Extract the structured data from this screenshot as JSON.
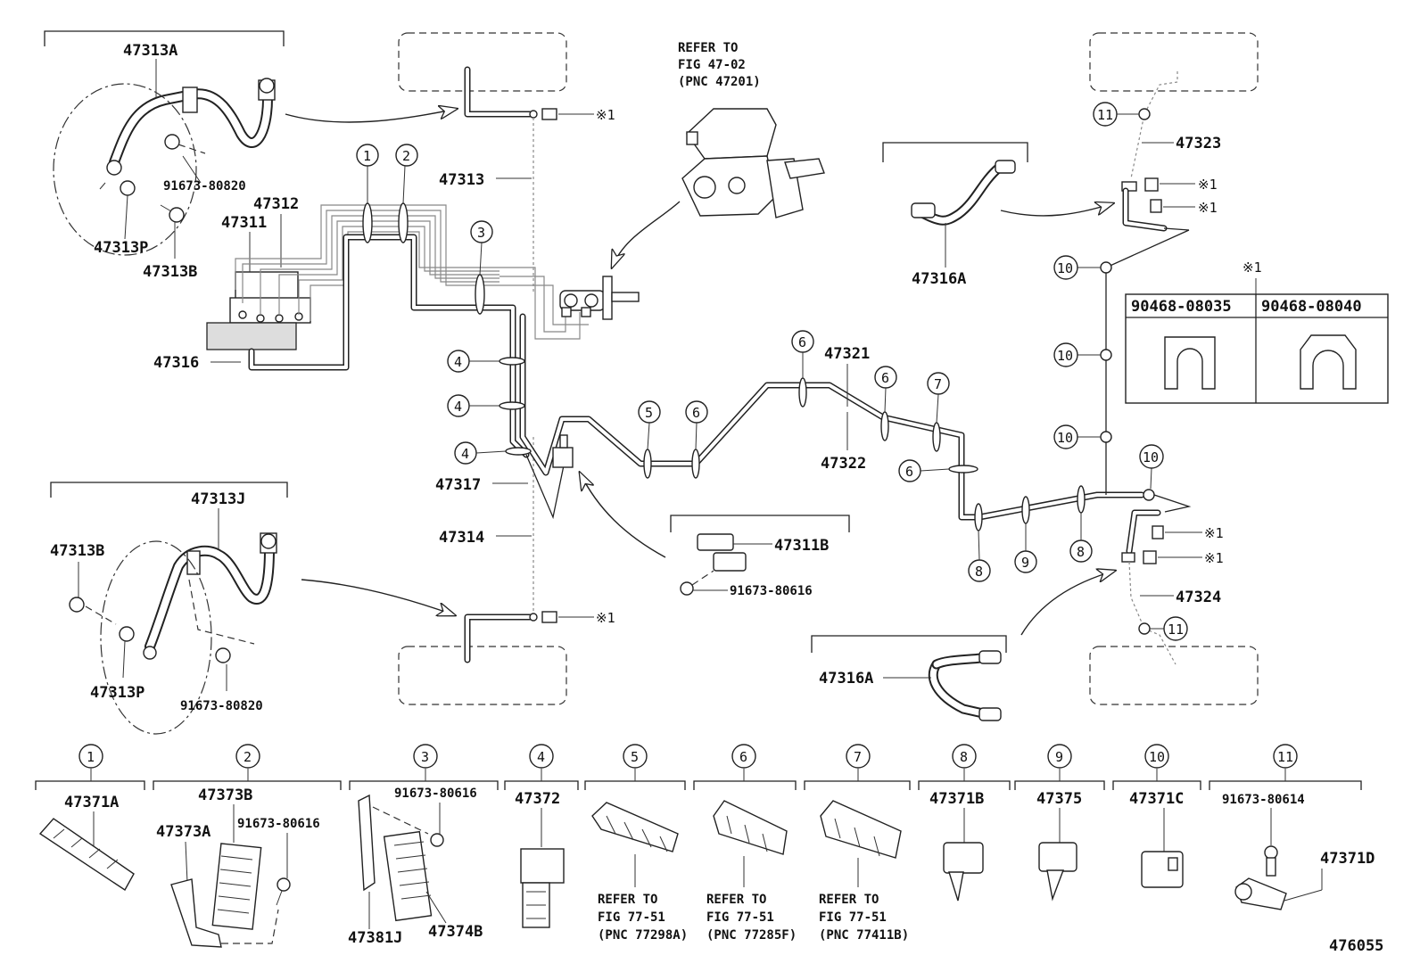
{
  "figure_id": "476055",
  "parts": {
    "p47313A": "47313A",
    "p91673_80820_top": "91673-80820",
    "p47313P_top": "47313P",
    "p47313B_top": "47313B",
    "p47313": "47313",
    "p47312": "47312",
    "p47311": "47311",
    "p47316": "47316",
    "p47317": "47317",
    "p47314": "47314",
    "p47313J": "47313J",
    "p47313B_bot": "47313B",
    "p47313P_bot": "47313P",
    "p91673_80820_bot": "91673-80820",
    "p47311B": "47311B",
    "p91673_80616_mid": "91673-80616",
    "p47321": "47321",
    "p47322": "47322",
    "p47316A_top": "47316A",
    "p47316A_bot": "47316A",
    "p47323": "47323",
    "p47324": "47324"
  },
  "reference_note": {
    "line1": "REFER TO",
    "line2": "FIG 47-02",
    "line3": "(PNC 47201)"
  },
  "clip_table": {
    "marker": "※1",
    "col1": "90468-08035",
    "col2": "90468-08040"
  },
  "marks": {
    "star1": "※1"
  },
  "callouts": {
    "c1": "1",
    "c2": "2",
    "c3": "3",
    "c4": "4",
    "c5": "5",
    "c6": "6",
    "c7": "7",
    "c8": "8",
    "c9": "9",
    "c10": "10",
    "c11": "11"
  },
  "legend": [
    {
      "num": "1",
      "parts": [
        "47371A"
      ]
    },
    {
      "num": "2",
      "parts": [
        "47373B",
        "47373A",
        "91673-80616"
      ]
    },
    {
      "num": "3",
      "parts": [
        "91673-80616",
        "47381J",
        "47374B"
      ]
    },
    {
      "num": "4",
      "parts": [
        "47372"
      ]
    },
    {
      "num": "5",
      "ref": [
        "REFER TO",
        "FIG 77-51",
        "(PNC 77298A)"
      ]
    },
    {
      "num": "6",
      "ref": [
        "REFER TO",
        "FIG 77-51",
        "(PNC 77285F)"
      ]
    },
    {
      "num": "7",
      "ref": [
        "REFER TO",
        "FIG 77-51",
        "(PNC 77411B)"
      ]
    },
    {
      "num": "8",
      "parts": [
        "47371B"
      ]
    },
    {
      "num": "9",
      "parts": [
        "47375"
      ]
    },
    {
      "num": "10",
      "parts": [
        "47371C"
      ]
    },
    {
      "num": "11",
      "parts": [
        "91673-80614",
        "47371D"
      ]
    }
  ]
}
